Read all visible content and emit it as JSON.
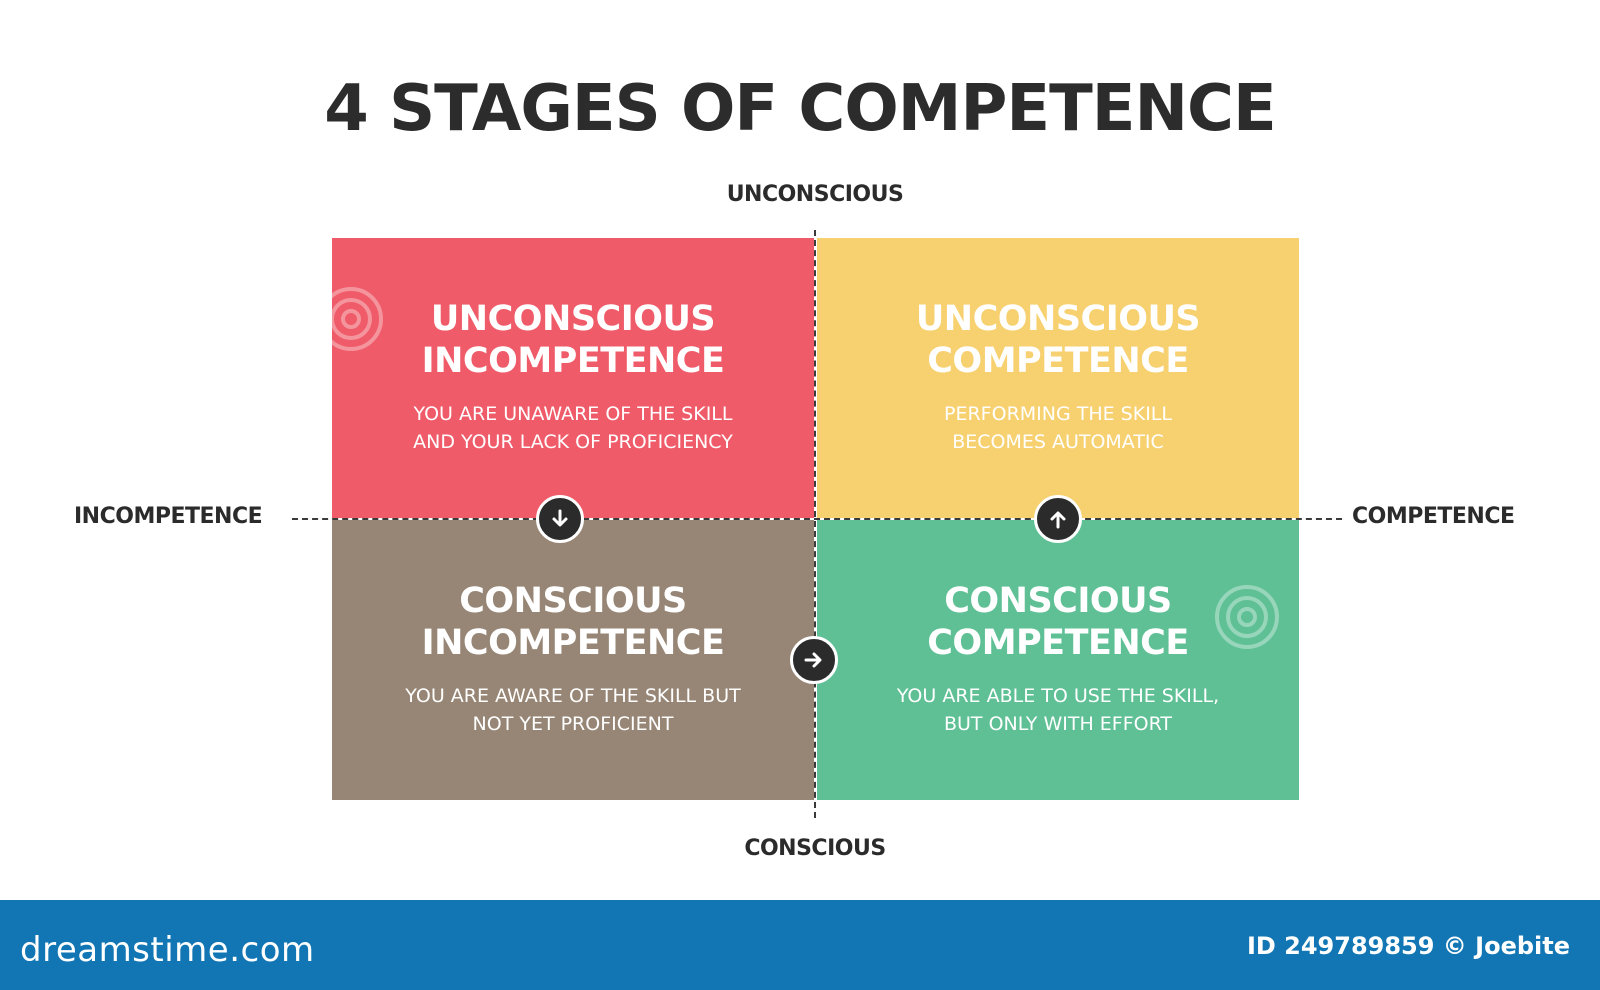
{
  "title": "4 STAGES OF COMPETENCE",
  "axes": {
    "top": "UNCONSCIOUS",
    "bottom": "CONSCIOUS",
    "left": "INCOMPETENCE",
    "right": "COMPETENCE"
  },
  "quadrants": {
    "top_left": {
      "heading": [
        "UNCONSCIOUS",
        "INCOMPETENCE"
      ],
      "description": [
        "YOU ARE UNAWARE OF THE SKILL",
        "AND YOUR LACK OF PROFICIENCY"
      ],
      "color": "#ef5b69"
    },
    "top_right": {
      "heading": [
        "UNCONSCIOUS",
        "COMPETENCE"
      ],
      "description": [
        "PERFORMING THE SKILL",
        "BECOMES AUTOMATIC"
      ],
      "color": "#f7d070"
    },
    "bottom_left": {
      "heading": [
        "CONSCIOUS",
        "INCOMPETENCE"
      ],
      "description": [
        "YOU ARE AWARE OF THE SKILL BUT",
        "NOT YET PROFICIENT"
      ],
      "color": "#978675"
    },
    "bottom_right": {
      "heading": [
        "CONSCIOUS",
        "COMPETENCE"
      ],
      "description": [
        "YOU ARE ABLE TO USE THE SKILL,",
        "BUT ONLY WITH EFFORT"
      ],
      "color": "#5fc095"
    }
  },
  "arrows": {
    "between_tl_bl": "arrow-down-icon",
    "between_bl_br": "arrow-right-icon",
    "between_br_tr": "arrow-up-icon"
  },
  "footer": {
    "brand": "dreamstime.com",
    "id_credit": "ID 249789859 © Joebite",
    "color": "#1176b3"
  }
}
